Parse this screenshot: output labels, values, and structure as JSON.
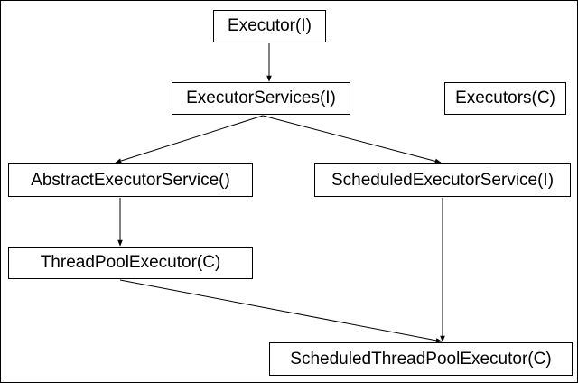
{
  "nodes": {
    "executor": "Executor(I)",
    "executor_services": "ExecutorServices(I)",
    "executors": "Executors(C)",
    "abstract_executor_service": "AbstractExecutorService()",
    "scheduled_executor_service": "ScheduledExecutorService(I)",
    "thread_pool_executor": "ThreadPoolExecutor(C)",
    "scheduled_thread_pool_executor": "ScheduledThreadPoolExecutor(C)"
  },
  "edges": [
    {
      "from": "executor",
      "to": "executor_services"
    },
    {
      "from": "executor_services",
      "to": "abstract_executor_service"
    },
    {
      "from": "executor_services",
      "to": "scheduled_executor_service"
    },
    {
      "from": "abstract_executor_service",
      "to": "thread_pool_executor"
    },
    {
      "from": "thread_pool_executor",
      "to": "scheduled_thread_pool_executor"
    },
    {
      "from": "scheduled_executor_service",
      "to": "scheduled_thread_pool_executor"
    }
  ],
  "colors": {
    "line": "#000000",
    "box_border": "#000000",
    "background": "#ffffff"
  }
}
